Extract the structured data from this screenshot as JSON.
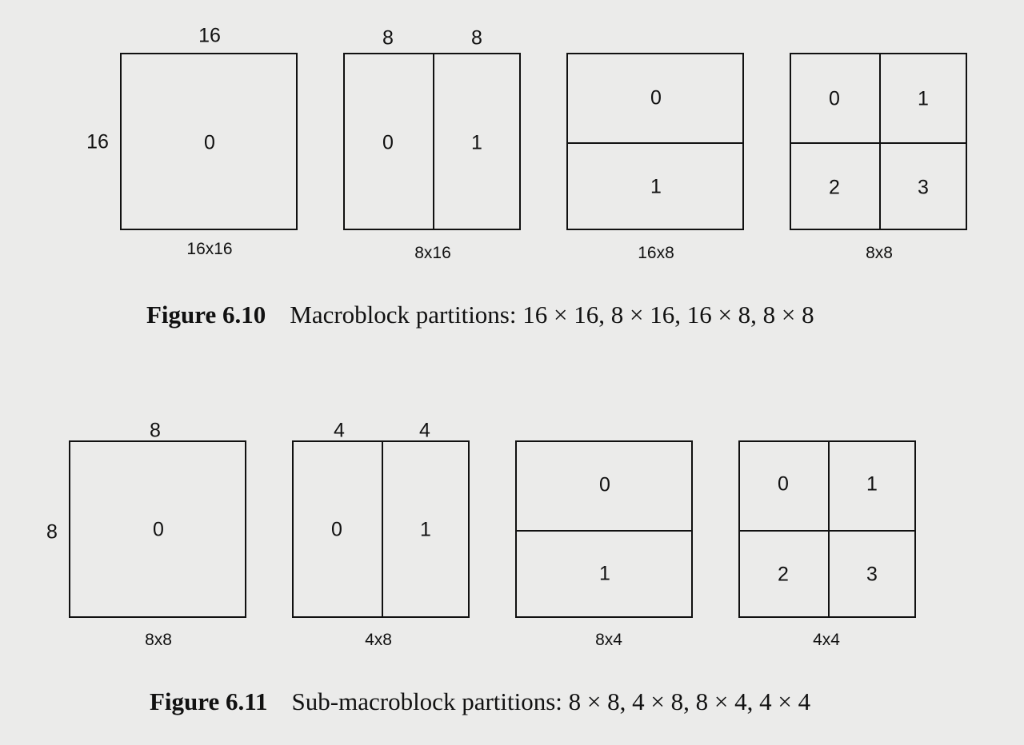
{
  "figure_6_10": {
    "panels": [
      {
        "top_labels": [
          "16"
        ],
        "side_label": "16",
        "cells": [
          "0"
        ],
        "bottom_label": "16x16"
      },
      {
        "top_labels": [
          "8",
          "8"
        ],
        "cells": [
          "0",
          "1"
        ],
        "bottom_label": "8x16"
      },
      {
        "cells": [
          "0",
          "1"
        ],
        "bottom_label": "16x8"
      },
      {
        "cells": [
          "0",
          "1",
          "2",
          "3"
        ],
        "bottom_label": "8x8"
      }
    ],
    "caption_label": "Figure 6.10",
    "caption_text": "Macroblock partitions: 16 × 16, 8 × 16, 16 × 8, 8 × 8"
  },
  "figure_6_11": {
    "panels": [
      {
        "top_labels": [
          "8"
        ],
        "side_label": "8",
        "cells": [
          "0"
        ],
        "bottom_label": "8x8"
      },
      {
        "top_labels": [
          "4",
          "4"
        ],
        "cells": [
          "0",
          "1"
        ],
        "bottom_label": "4x8"
      },
      {
        "cells": [
          "0",
          "1"
        ],
        "bottom_label": "8x4"
      },
      {
        "cells": [
          "0",
          "1",
          "2",
          "3"
        ],
        "bottom_label": "4x4"
      }
    ],
    "caption_label": "Figure 6.11",
    "caption_text": "Sub-macroblock partitions: 8 × 8, 4 × 8, 8 × 4, 4 × 4"
  }
}
